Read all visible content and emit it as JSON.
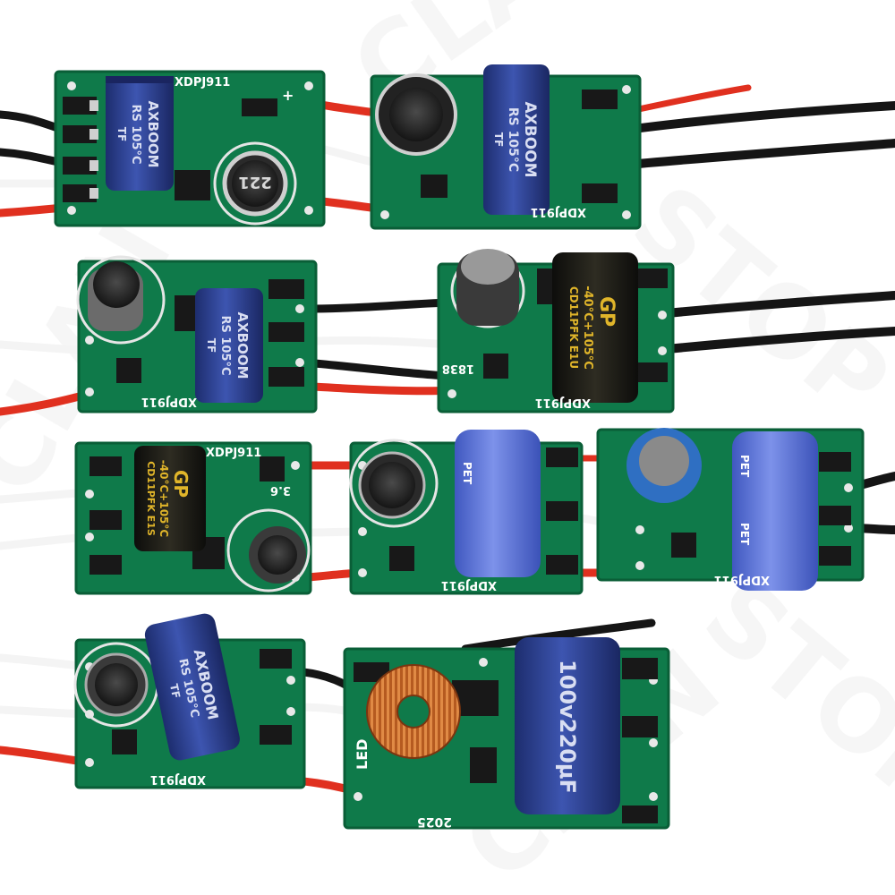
{
  "boards": [
    {
      "marking": "XDPJ911",
      "cap_brand": "AXBOOM",
      "cap_rating": "RS 105°C",
      "cap_code": "TF",
      "inductor_code": "221"
    },
    {
      "marking": "XDPJ911",
      "cap_brand": "AXBOOM",
      "cap_rating": "RS 105°C",
      "cap_code": "TF"
    },
    {
      "marking": "XDPJ911",
      "cap_brand": "AXBOOM",
      "cap_rating": "RS 105°C",
      "cap_code": "TF"
    },
    {
      "marking": "XDPJ911",
      "cap_brand": "GP",
      "cap_rating": "-40°C+105°C",
      "cap_code": "CD11PFK E1U",
      "side_code": "1838"
    },
    {
      "marking": "XDPJ911",
      "cap_brand": "GP",
      "cap_rating": "-40°C+105°C",
      "cap_code": "CD11PFK E1S",
      "side_code": "3.6"
    },
    {
      "marking": "XDPJ911",
      "cap_label": "PET"
    },
    {
      "marking": "XDPJ911",
      "cap_label": "PET",
      "cap_label_2": "PET"
    },
    {
      "marking": "XDPJ911",
      "cap_brand": "AXBOOM",
      "cap_rating": "RS 105°C",
      "cap_code": "TF"
    },
    {
      "cap_rating": "100v220μF",
      "silk_led": "LED",
      "silk_code": "2025"
    }
  ],
  "colors": {
    "pcb": "#0f7a4a",
    "pcb_dark": "#0a5e37",
    "cap_blue": "#2b3f8e",
    "cap_black": "#1c1c18",
    "cap_light_blue": "#5b73d6",
    "copper": "#c8682a",
    "wire_red": "#e0301f",
    "wire_black": "#151515",
    "wire_white": "#f4f4f4"
  }
}
